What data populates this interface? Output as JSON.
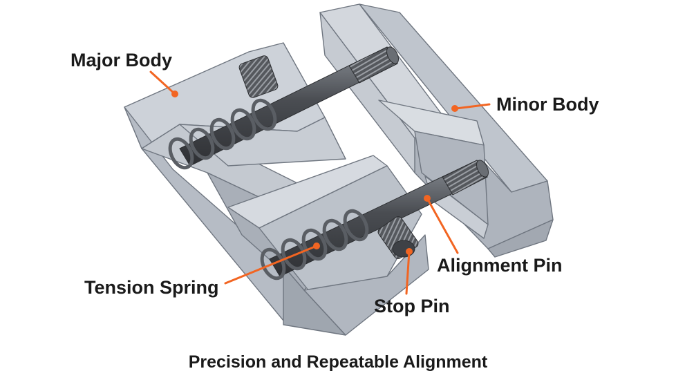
{
  "labels": {
    "major_body": "Major Body",
    "minor_body": "Minor Body",
    "alignment_pin": "Alignment Pin",
    "tension_spring": "Tension Spring",
    "stop_pin": "Stop Pin"
  },
  "caption": "Precision and Repeatable Alignment",
  "colors": {
    "callout": "#f26522",
    "body_light": "#cfd4db",
    "body_mid": "#b3b9c2",
    "body_dark": "#9aa1ab",
    "pin": "#4a4d52"
  }
}
